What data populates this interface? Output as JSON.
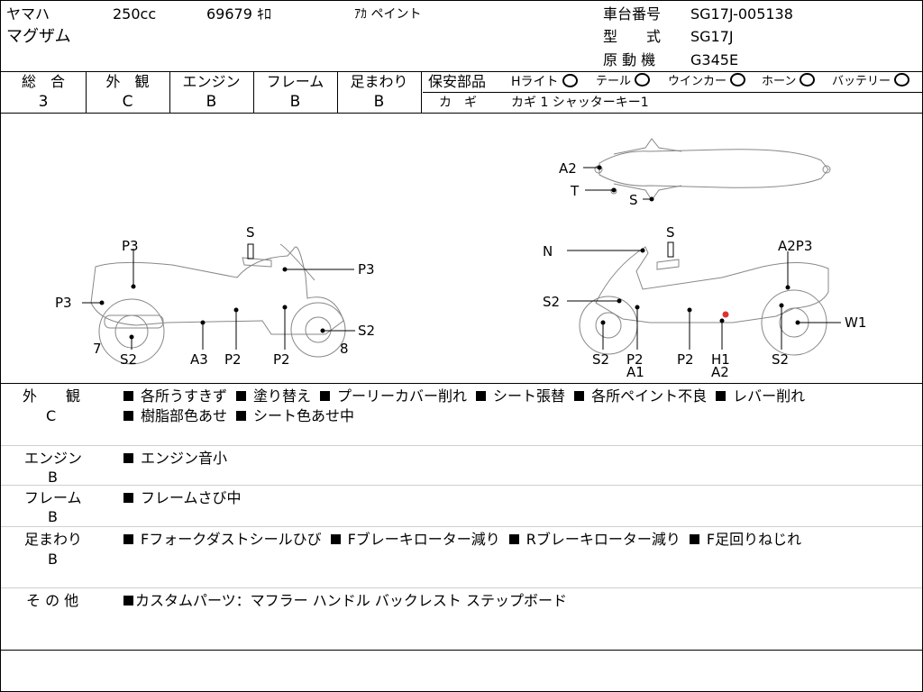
{
  "header": {
    "maker": "ヤマハ",
    "cc": "250cc",
    "mileage": "69679 ｷﾛ",
    "color": "ｱｶ ペイント",
    "model_name": "マグザム",
    "frame_label": "車台番号",
    "frame_value": "SG17J-005138",
    "type_label": "型　　式",
    "type_value": "SG17J",
    "engine_label": "原 動 機",
    "engine_value": "G345E"
  },
  "ratings": [
    {
      "label": "総　合",
      "value": "3"
    },
    {
      "label": "外　観",
      "value": "C"
    },
    {
      "label": "エンジン",
      "value": "B"
    },
    {
      "label": "フレーム",
      "value": "B"
    },
    {
      "label": "足まわり",
      "value": "B"
    }
  ],
  "safety": {
    "title": "保安部品",
    "items": [
      {
        "label": "Hライト"
      },
      {
        "label": "テール"
      },
      {
        "label": "ウインカー"
      },
      {
        "label": "ホーン"
      },
      {
        "label": "バッテリー"
      }
    ],
    "key_label": "カ　ギ",
    "key_value": "カギ 1 シャッターキー1"
  },
  "diagram_labels": {
    "left": [
      "P3",
      "S",
      "P3",
      "P3",
      "S2",
      "7",
      "S2",
      "A3",
      "P2",
      "P2",
      "8"
    ],
    "right": [
      "N",
      "S",
      "A2P3",
      "S2",
      "W1",
      "S2",
      "P2",
      "A1",
      "P2",
      "H1",
      "A2",
      "S2"
    ],
    "top": [
      "A2",
      "T",
      "S"
    ]
  },
  "remarks": [
    {
      "label": "外　　観",
      "grade": "C",
      "lines": [
        [
          "各所うすきず",
          "塗り替え",
          "プーリーカバー削れ",
          "シート張替",
          "各所ペイント不良",
          "レバー削れ"
        ],
        [
          "樹脂部色あせ",
          "シート色あせ中"
        ]
      ]
    },
    {
      "label": "エンジン",
      "grade": "B",
      "lines": [
        [
          "エンジン音小"
        ]
      ]
    },
    {
      "label": "フレーム",
      "grade": "B",
      "lines": [
        [
          "フレームさび中"
        ]
      ]
    },
    {
      "label": "足まわり",
      "grade": "B",
      "lines": [
        [
          "Fフォークダストシールひび",
          "Fブレーキローター減り",
          "Rブレーキローター減り",
          "F足回りねじれ"
        ]
      ]
    },
    {
      "label": "そ の 他",
      "grade": "",
      "lines": [
        [
          "カスタムパーツ：マフラー ハンドル バックレスト ステップボード"
        ]
      ]
    }
  ]
}
